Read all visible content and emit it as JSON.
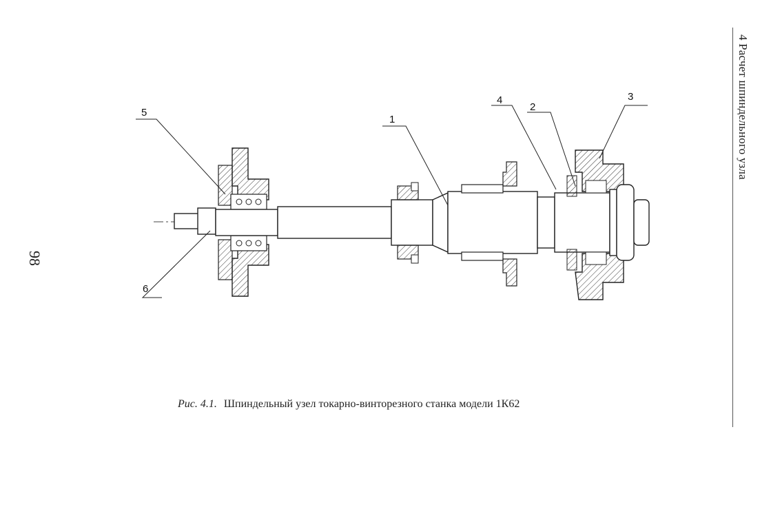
{
  "running_header": "4 Расчет шпиндельного узла",
  "page_number": "98",
  "figure": {
    "label": "Рис. 4.1.",
    "caption": "Шпиндельный узел токарно-винторезного станка модели 1К62",
    "callouts": [
      "1",
      "2",
      "3",
      "4",
      "5",
      "6"
    ]
  }
}
